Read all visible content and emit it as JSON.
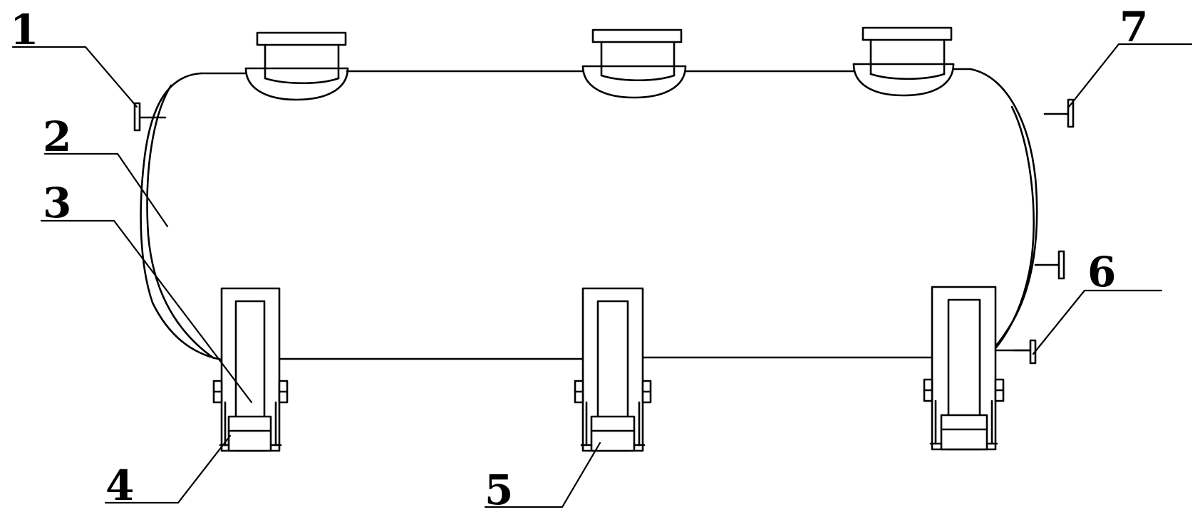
{
  "labels": {
    "l1": "1",
    "l2": "2",
    "l3": "3",
    "l4": "4",
    "l5": "5",
    "l6": "6",
    "l7": "7"
  },
  "colors": {
    "stroke": "#000000",
    "background": "#ffffff"
  }
}
